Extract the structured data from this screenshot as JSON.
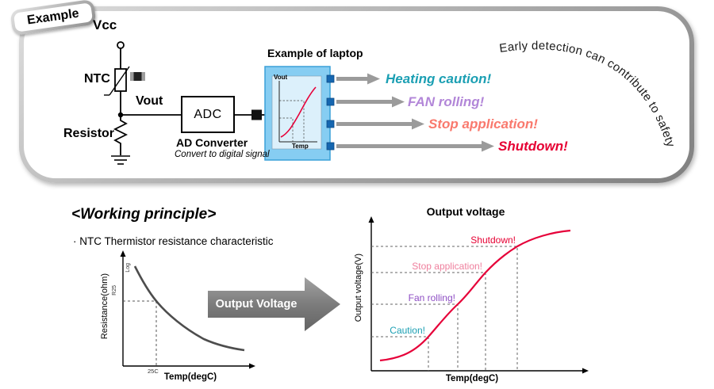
{
  "badge": {
    "label": "Example"
  },
  "panel": {
    "circuit": {
      "vcc": "Vcc",
      "ntc": "NTC",
      "vout": "Vout",
      "resistor": "Resistor",
      "adc": "ADC",
      "adc_caption": "AD Converter",
      "adc_note": "Convert to digital signal"
    },
    "laptop": {
      "title": "Example of laptop",
      "mini_graph": {
        "y_axis": "Vout",
        "x_axis": "Temp"
      }
    },
    "alerts": [
      {
        "label": "Heating caution!",
        "color": "#1b9fb3"
      },
      {
        "label": "FAN rolling!",
        "color": "#b286d8"
      },
      {
        "label": "Stop application!",
        "color": "#f9796d"
      },
      {
        "label": "Shutdown!",
        "color": "#e60033"
      }
    ],
    "curved_note": "Early detection can contribute to safety"
  },
  "working_principle": {
    "heading": "<Working principle>",
    "bullet": "· NTC Thermistor resistance characteristic"
  },
  "transform_arrow": {
    "label": "Output Voltage"
  },
  "chart_data": [
    {
      "id": "ntc-resistance",
      "type": "line",
      "title": "NTC Thermistor resistance characteristic",
      "xlabel": "Temp(degC)",
      "ylabel": "Resistance(ohm)",
      "y_scale": "log",
      "scale_note": "Log",
      "ref_x_label": "25C",
      "ref_y_label": "R25",
      "curve_shape": "exponential-decay",
      "curve_color": "#4d4d4d",
      "curve_points_norm": [
        [
          0.08,
          1.0
        ],
        [
          0.17,
          0.78
        ],
        [
          0.26,
          0.62
        ],
        [
          0.4,
          0.42
        ],
        [
          0.55,
          0.26
        ],
        [
          0.7,
          0.15
        ],
        [
          0.85,
          0.08
        ],
        [
          1.0,
          0.05
        ]
      ],
      "grid": false,
      "legend": false
    },
    {
      "id": "output-voltage",
      "type": "line",
      "title": "Output voltage",
      "xlabel": "Temp(degC)",
      "ylabel": "Output voltage(V)",
      "curve_shape": "sigmoid-increasing",
      "curve_color": "#e60039",
      "curve_points_norm": [
        [
          0.04,
          0.05
        ],
        [
          0.23,
          0.16
        ],
        [
          0.42,
          0.42
        ],
        [
          0.55,
          0.6
        ],
        [
          0.7,
          0.8
        ],
        [
          0.88,
          0.94
        ],
        [
          1.0,
          0.98
        ]
      ],
      "thresholds": [
        {
          "label": "Caution!",
          "color": "#1b9fb3",
          "level_norm": 0.23
        },
        {
          "label": "Fan rolling!",
          "color": "#8e4ec4",
          "level_norm": 0.45
        },
        {
          "label": "Stop application!",
          "color": "#ef7f9d",
          "level_norm": 0.66
        },
        {
          "label": "Shutdown!",
          "color": "#e60033",
          "level_norm": 0.84
        }
      ],
      "grid": false,
      "legend": false
    }
  ]
}
